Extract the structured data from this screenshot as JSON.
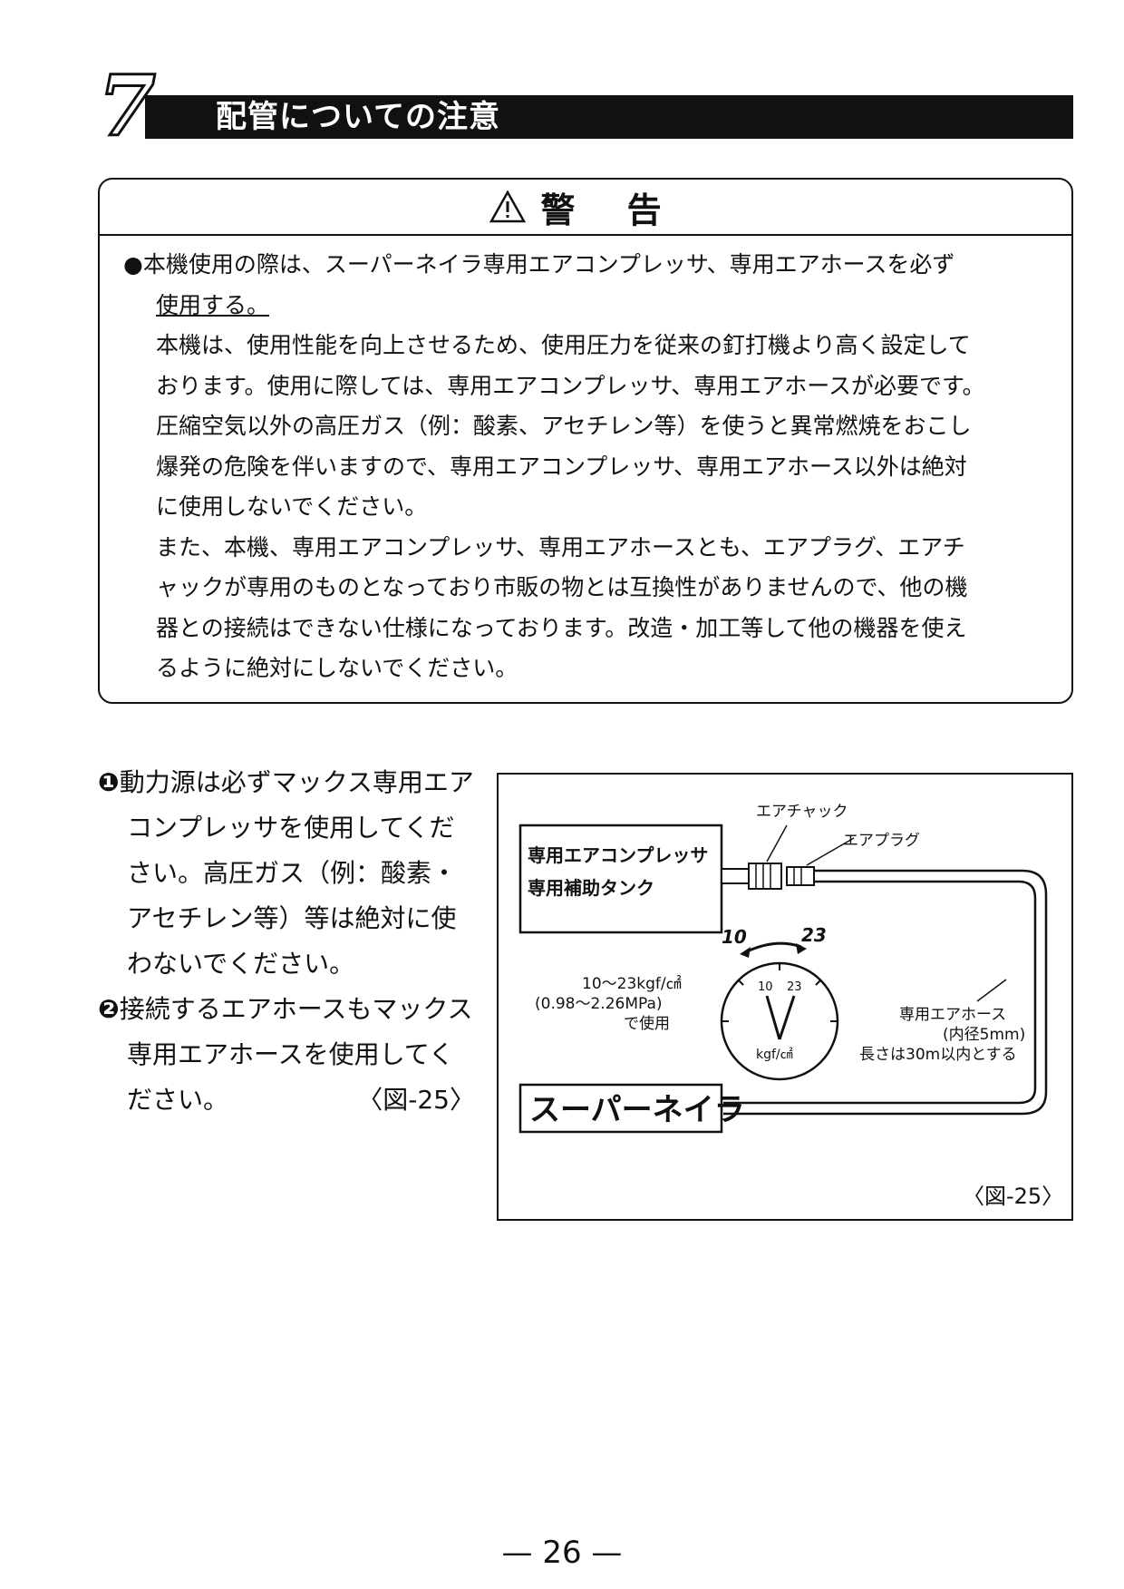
{
  "section": {
    "number": "7",
    "title": "配管についての注意"
  },
  "warning": {
    "title": "警 告",
    "icon": "warning-triangle-icon",
    "bullet_head": "●本機使用の際は、スーパーネイラ専用エアコンプレッサ、専用エアホースを必ず",
    "bullet_head_underlined": "使用する。",
    "lines": [
      "本機は、使用性能を向上させるため、使用圧力を従来の釘打機より高く設定して",
      "おります。使用に際しては、専用エアコンプレッサ、専用エアホースが必要です。",
      "圧縮空気以外の高圧ガス（例：酸素、アセチレン等）を使うと異常燃焼をおこし",
      "爆発の危険を伴いますので、専用エアコンプレッサ、専用エアホース以外は絶対",
      "に使用しないでください。",
      "また、本機、専用エアコンプレッサ、専用エアホースとも、エアプラグ、エアチ",
      "ャックが専用のものとなっており市販の物とは互換性がありませんので、他の機",
      "器との接続はできない仕様になっております。改造・加工等して他の機器を使え",
      "るように絶対にしないでください。"
    ]
  },
  "notes": [
    {
      "mark": "❶",
      "text": "動力源は必ずマックス専用エアコンプレッサを使用してください。高圧ガス（例：酸素・アセチレン等）等は絶対に使わないでください。"
    },
    {
      "mark": "❷",
      "text": "接続するエアホースもマックス専用エアホースを使用してください。",
      "ref": "〈図-25〉"
    }
  ],
  "figure": {
    "air_chuck": "エアチャック",
    "air_plug": "エアプラグ",
    "compressor_line1": "専用エアコンプレッサ",
    "compressor_line2": "専用補助タンク",
    "gauge_low": "10",
    "gauge_high": "23",
    "gauge_dial_low": "10",
    "gauge_dial_high": "23",
    "gauge_unit": "kgf/㎠",
    "pressure_line1": "10〜23kgf/㎠",
    "pressure_line2": "(0.98〜2.26MPa)",
    "pressure_line3": "で使用",
    "hose_line1": "専用エアホース",
    "hose_line2": "(内径5mm)",
    "hose_line3": "長さは30m以内とする",
    "nailer": "スーパーネイラ",
    "caption": "〈図-25〉"
  },
  "page_number": "— 26 —"
}
